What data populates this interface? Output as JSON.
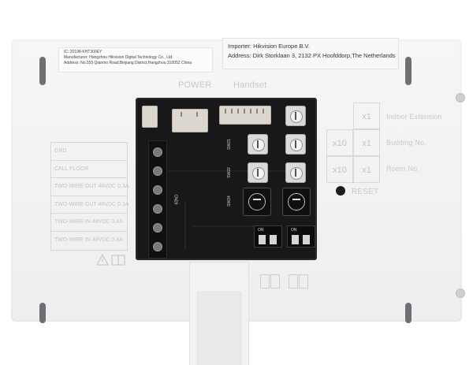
{
  "sticker_left": {
    "line1": "IC: 20198-KHT300EY",
    "line2": "Manufacturer: Hangzhou Hikvision Digital Technology Co., Ltd.",
    "line3": "Address: No.555 Qianmo Road,Binjiang District,Hangzhou 310052 China"
  },
  "sticker_right": {
    "importer": "Importer: Hikvision Europe B.V.",
    "address": "Address: Dirk Storklaan 3, 2132 PX Hoofddorp,The Netherlands"
  },
  "labels": {
    "power": "POWER",
    "handset": "Handset",
    "reset": "RESET",
    "indoor_extension": "Indoor Extension",
    "building_no": "Building No.",
    "room_no": "Room No."
  },
  "multipliers": {
    "x1_top": "x1",
    "x10_mid": "x10",
    "x1_mid": "x1",
    "x10_bot": "x10",
    "x1_bot": "x1"
  },
  "terminals": [
    "GND",
    "CALL FLOOR",
    "TWO-WIRE OUT 48VDC 0.3A",
    "TWO-WIRE OUT 48VDC 0.3A",
    "TWO-WIRE IN 48VDC 0.4A",
    "TWO-WIRE IN 48VDC 0.4A"
  ],
  "pcb_labels": {
    "sw21": "SW21",
    "sw22": "SW22",
    "sw24": "SW24",
    "cn": "CN29",
    "on1": "ON",
    "on2": "ON"
  },
  "colors": {
    "panel": "#f2f2f4",
    "pcb": "#18181a",
    "emboss": "#c9c9cc"
  }
}
